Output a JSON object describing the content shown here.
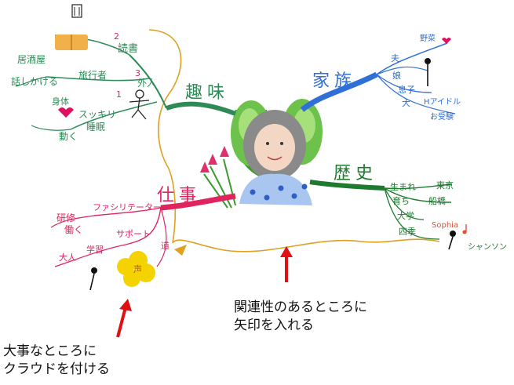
{
  "center": {
    "figure": "woman-portrait"
  },
  "branches": {
    "hobby": {
      "label": "趣味",
      "color": "#2e8b57",
      "items": {
        "reading": "読書",
        "foreign_people": "外人",
        "travel_agency": "旅行者",
        "izakaya": "居酒屋",
        "talk_to": "話しかける",
        "body": "身体",
        "refreshed": "スッキリ",
        "move": "動く",
        "sleep": "睡眠",
        "num_1": "1",
        "num_2": "2",
        "num_3": "3"
      }
    },
    "family": {
      "label": "家族",
      "color": "#2f6fd6",
      "items": {
        "husband": "夫",
        "daughter": "娘",
        "son": "息子",
        "dog": "犬",
        "gardening": "野菜",
        "idol": "Hアイドル",
        "study": "お受験"
      }
    },
    "history": {
      "label": "歴史",
      "color": "#1e7a2e",
      "items": {
        "born": "生まれ",
        "tokyo": "東京",
        "raised": "育ち",
        "funabashi": "船橋",
        "university": "大学",
        "four_seasons": "四季",
        "sophia": "Sophia",
        "chanson": "シャンソン"
      }
    },
    "work": {
      "label": "仕事",
      "color": "#e0245e",
      "items": {
        "training": "研修",
        "facilitator": "ファシリテーター",
        "work": "働く",
        "adult": "大人",
        "learning": "学習",
        "support": "サポート",
        "career": "道",
        "voice": "声"
      }
    }
  },
  "annotations": {
    "arrow_note_line1": "関連性のあるところに",
    "arrow_note_line2": "矢印を入れる",
    "cloud_note_line1": "大事なところに",
    "cloud_note_line2": "クラウドを付ける"
  },
  "colors": {
    "hobby": "#2e8b57",
    "family": "#2f6fd6",
    "history": "#1e7a2e",
    "work": "#e0245e",
    "arrow": "#e0a020",
    "red_arrow": "#e01010",
    "cloud": "#f5d300"
  }
}
